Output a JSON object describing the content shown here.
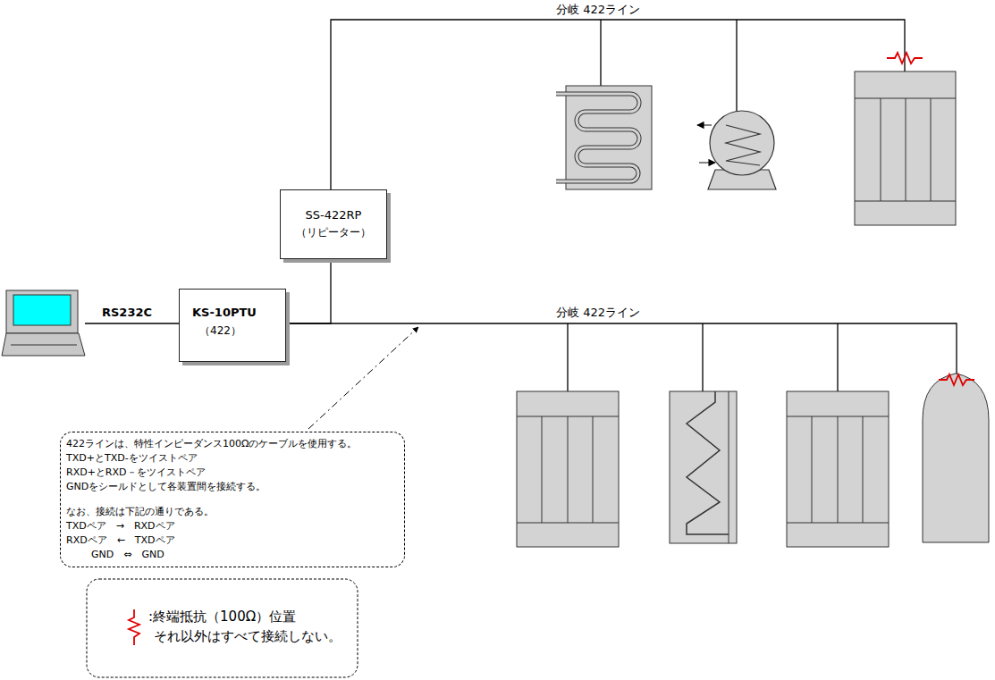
{
  "diagram": {
    "nodes": [
      {
        "text": [
          "SS-422RP",
          "（リピーター）"
        ]
      },
      {
        "text": [
          "KS-10PTU",
          "（422）"
        ]
      },
      {
        "text": [
          "422ラインは、特性インピーダンス100Ωのケーブルを使用する。",
          "TXD+とTXD-をツイストペア",
          "RXD+とRXD－をツイストペア",
          "GNDをシールドとして各装置間を接続する。",
          "なお、接続は下記の通りである。",
          "TXDペア　→　RXDペア",
          "RXDペア　←　TXDペア",
          "GND　⇔　GND"
        ]
      }
    ],
    "edges": [
      {
        "from": 1,
        "to": 0,
        "arrow": "none"
      }
    ],
    "labels": [
      "分岐 422ライン",
      "分岐 422ライン",
      "RS232C",
      "それ以外はすべて接続しない。"
    ],
    "legend": [
      {
        "text": ":終端抵抗（100Ω）位置"
      }
    ]
  }
}
